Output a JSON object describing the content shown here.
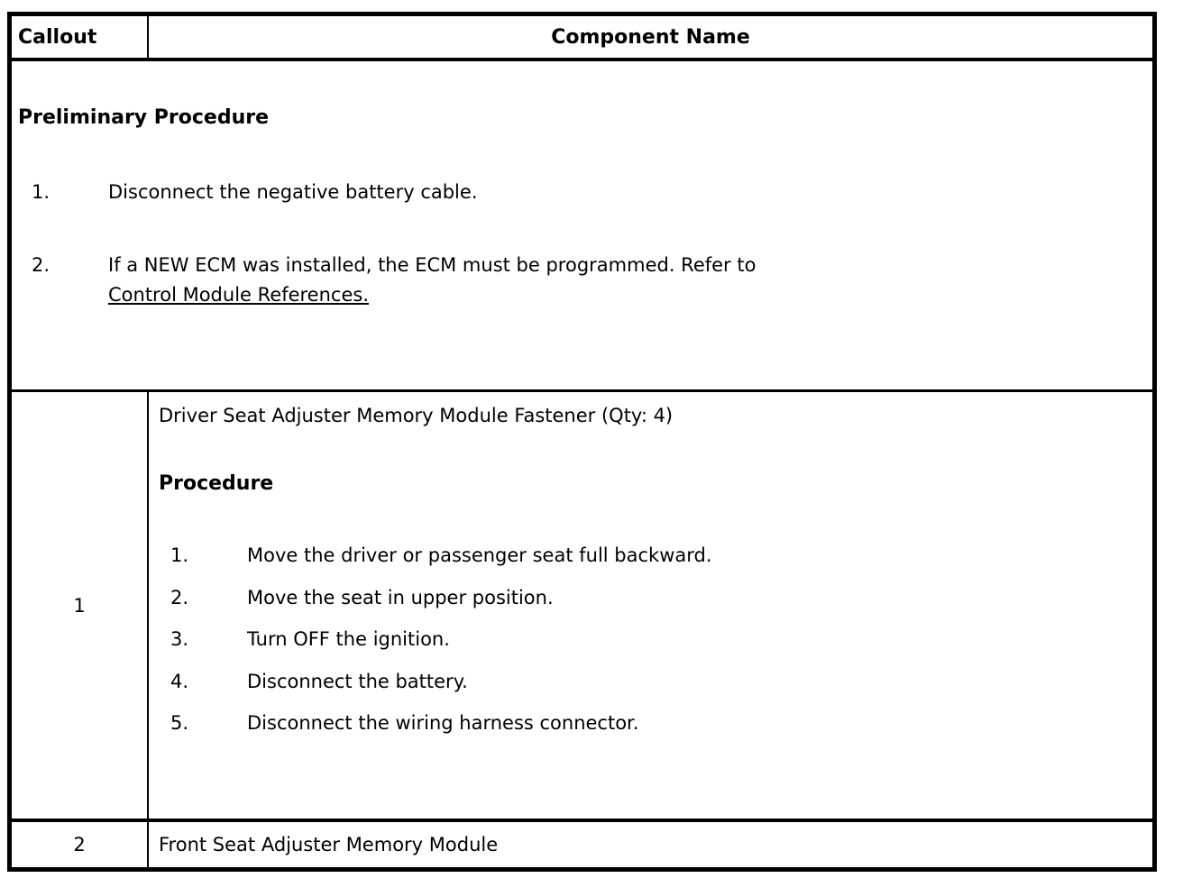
{
  "header": {
    "callout_label": "Callout",
    "component_label": "Component Name"
  },
  "preliminary": {
    "title": "Preliminary Procedure",
    "steps": [
      {
        "num": "1.",
        "text": "Disconnect the negative battery cable."
      },
      {
        "num": "2.",
        "text": "If a NEW ECM was installed, the ECM must be programmed. Refer to",
        "link": "Control Module References",
        "suffix": "."
      }
    ]
  },
  "rows": [
    {
      "callout": "1",
      "component": "Driver Seat Adjuster Memory Module Fastener (Qty: 4)",
      "procedure_title": "Procedure",
      "steps": [
        {
          "num": "1.",
          "text": "Move the driver or passenger seat full backward."
        },
        {
          "num": "2.",
          "text": "Move the seat in upper position."
        },
        {
          "num": "3.",
          "text": "Turn OFF the ignition."
        },
        {
          "num": "4.",
          "text": "Disconnect the battery."
        },
        {
          "num": "5.",
          "text": "Disconnect the wiring harness connector."
        }
      ]
    },
    {
      "callout": "2",
      "component": "Front Seat Adjuster Memory Module"
    }
  ],
  "colors": {
    "border": "#000000",
    "text": "#000000",
    "background": "#ffffff"
  }
}
